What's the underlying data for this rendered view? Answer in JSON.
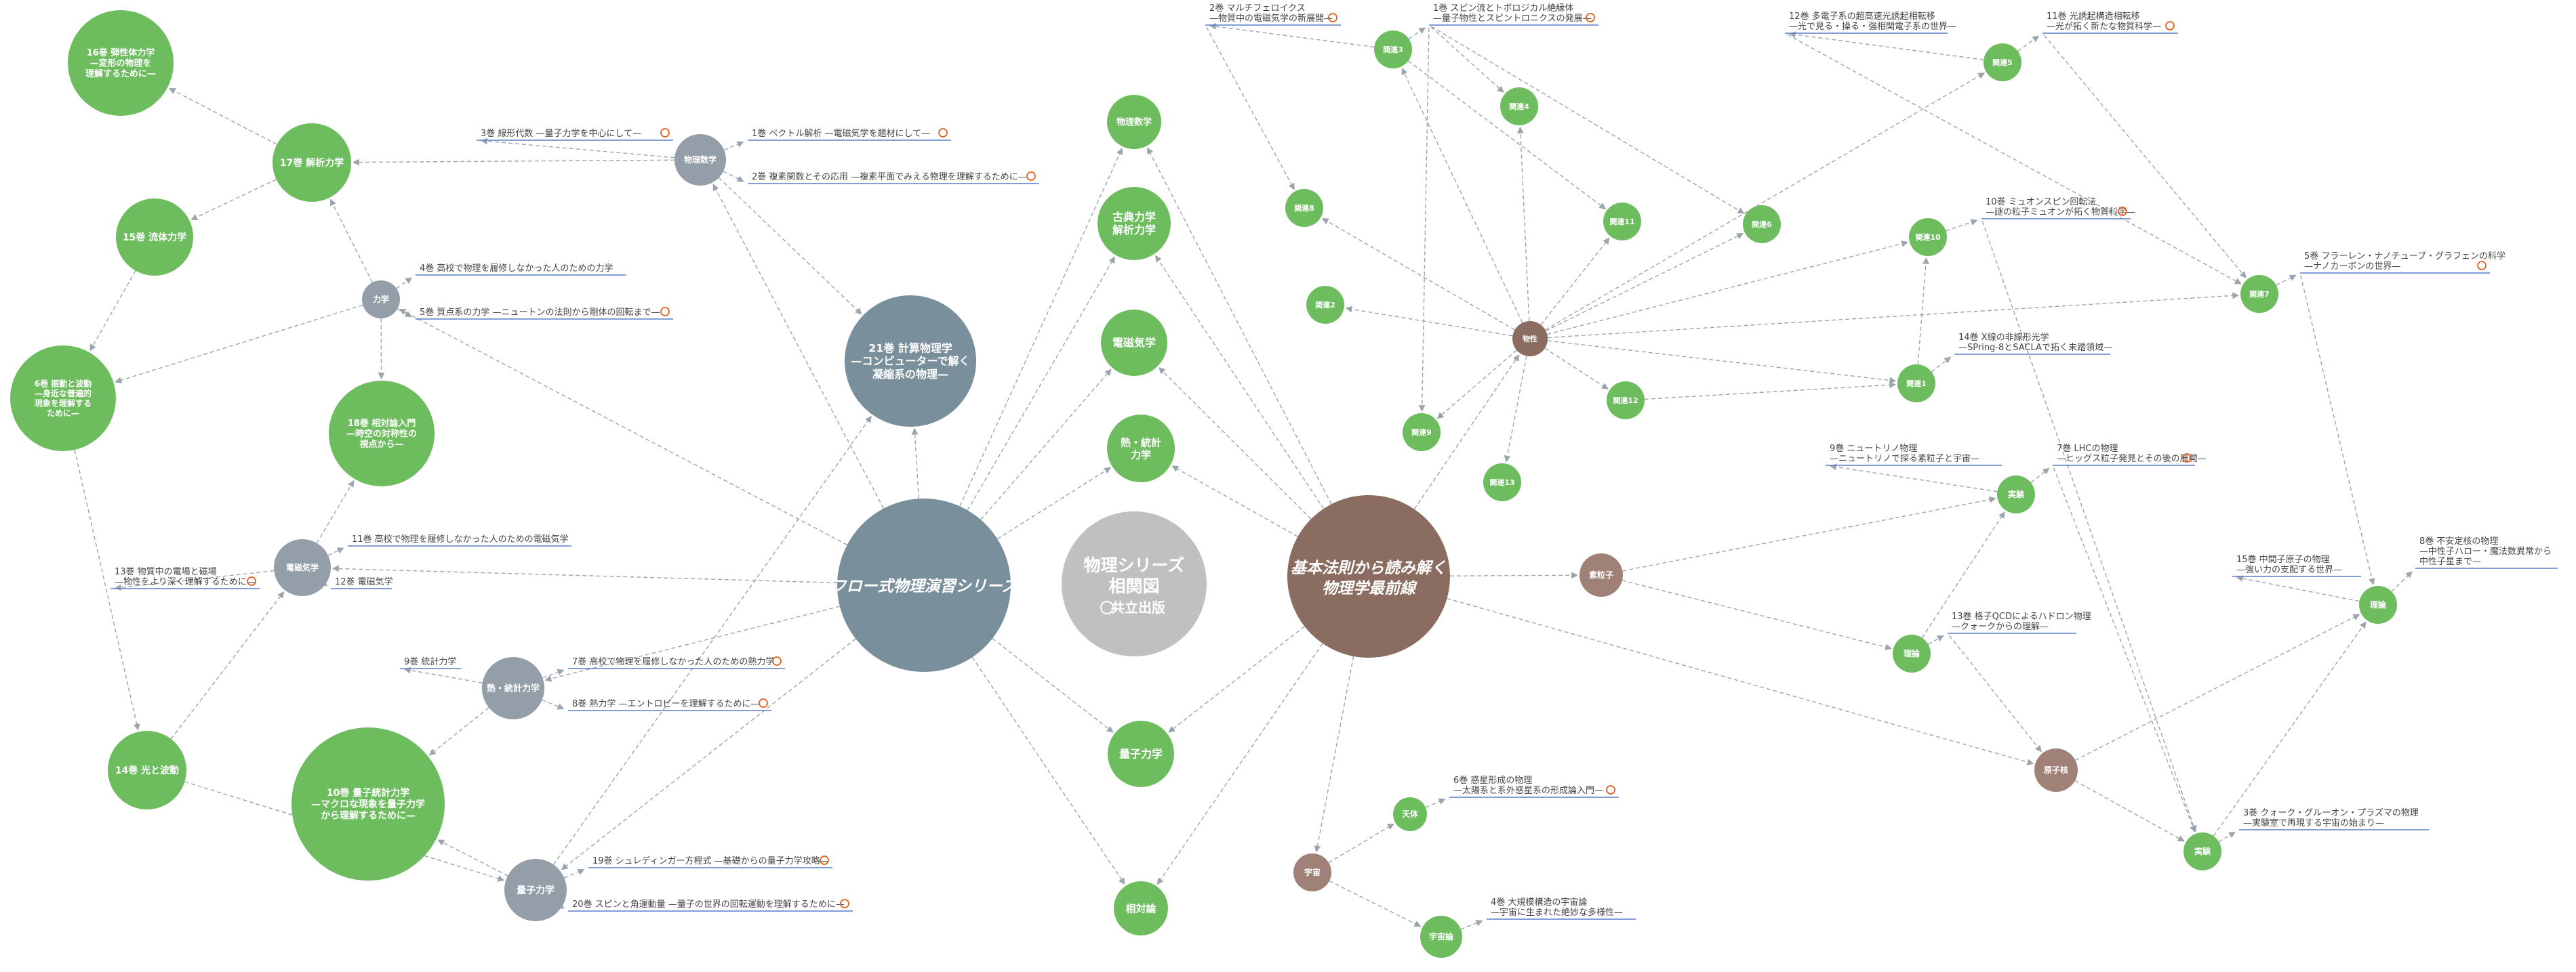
{
  "colors": {
    "green": "#6dbd5f",
    "steel": "#7a8f9c",
    "gray_node": "#949ea8",
    "brown": "#8b6c61",
    "brown_small": "#a08178",
    "center": "#c0c0c0",
    "edge": "#9aa4ad",
    "leaf_line": "#5a7ec8",
    "badge": "#e06020"
  },
  "center": {
    "title1": "物理シリーズ",
    "title2": "相関図",
    "publisher": "共立出版"
  },
  "series_left": {
    "label": "フロー式物理演習シリーズ"
  },
  "series_right": {
    "line1": "基本法則から読み解く",
    "line2": "物理学最前線"
  },
  "nodes": {
    "n16": [
      "16巻 弾性体力学",
      "—変形の物理を",
      "理解するために—"
    ],
    "n17": [
      "17巻 解析力学"
    ],
    "n15": [
      "15巻 流体力学"
    ],
    "n6": [
      "6巻 振動と波動",
      "—身近な普遍的",
      "現象を理解する",
      "ために—"
    ],
    "n18": [
      "18巻 相対論入門",
      "—時空の対称性の",
      "視点から—"
    ],
    "n14": [
      "14巻 光と波動"
    ],
    "n10": [
      "10巻 量子統計力学",
      "—マクロな現象を量子力学",
      "から理解するために—"
    ],
    "n21": [
      "21巻 計算物理学",
      "—コンピューターで解く",
      "凝縮系の物理—"
    ],
    "math": [
      "物理数学"
    ],
    "mech": [
      "力学"
    ],
    "em_l": [
      "電磁気学"
    ],
    "thermo_l": [
      "熱・統計力学"
    ],
    "quantum_l": [
      "量子力学"
    ],
    "c_math": [
      "物理数学"
    ],
    "c_classic": [
      "古典力学",
      "解析力学"
    ],
    "c_em": [
      "電磁気学"
    ],
    "c_thermo": [
      "熱・統計",
      "力学"
    ],
    "c_quantum": [
      "量子力学"
    ],
    "c_rel": [
      "相対論"
    ],
    "b_phys": [
      "物性"
    ],
    "b_elem": [
      "素粒子"
    ],
    "b_nuc": [
      "原子核"
    ],
    "b_cosmo": [
      "宇宙"
    ],
    "b_astro": [
      "天体"
    ],
    "b_cosmology": [
      "宇宙論"
    ],
    "x_exp1": [
      "実験"
    ],
    "x_theory1": [
      "理論"
    ],
    "x_theory2": [
      "理論"
    ],
    "x_exp2": [
      "実験"
    ],
    "p1": [
      "関連1"
    ],
    "p2": [
      "関連2"
    ],
    "p3": [
      "関連3"
    ],
    "p4": [
      "関連4"
    ],
    "p5": [
      "関連5"
    ],
    "p6": [
      "関連6"
    ],
    "p7": [
      "関連7"
    ],
    "p8": [
      "関連8"
    ],
    "p9": [
      "関連9"
    ],
    "p10": [
      "関連10"
    ],
    "p11": [
      "関連11"
    ],
    "p12": [
      "関連12"
    ],
    "p13": [
      "関連13"
    ]
  },
  "leaves": {
    "L1": [
      "1巻 ベクトル解析 —電磁気学を題材にして—"
    ],
    "L2": [
      "2巻 複素関数とその応用 —複素平面でみえる物理を理解するために—"
    ],
    "L3": [
      "3巻 線形代数 —量子力学を中心にして—"
    ],
    "L4": [
      "4巻 高校で物理を履修しなかった人のための力学"
    ],
    "L5": [
      "5巻 質点系の力学 —ニュートンの法則から剛体の回転まで—"
    ],
    "L11": [
      "11巻 高校で物理を履修しなかった人のための電磁気学"
    ],
    "L12": [
      "12巻 電磁気学"
    ],
    "L13": [
      "13巻 物質中の電場と磁場",
      "—物性をより深く理解するために—"
    ],
    "L9": [
      "9巻 統計力学"
    ],
    "L7": [
      "7巻 高校で物理を履修しなかった人のための熱力学"
    ],
    "L8": [
      "8巻 熱力学 —エントロピーを理解するために—"
    ],
    "L19": [
      "19巻 シュレディンガー方程式 —基礎からの量子力学攻略—"
    ],
    "L20": [
      "20巻 スピンと角運動量 —量子の世界の回転運動を理解するために—"
    ],
    "R2": [
      "2巻 マルチフェロイクス",
      "—物質中の電磁気学の新展開—"
    ],
    "R1": [
      "1巻 スピン流とトポロジカル絶縁体",
      "—量子物性とスピントロニクスの発展—"
    ],
    "R12": [
      "12巻 多電子系の超高速光誘起相転移",
      "—光で見る・操る・強相関電子系の世界—"
    ],
    "R11": [
      "11巻 光誘起構造相転移",
      "—光が拓く新たな物質科学—"
    ],
    "R10": [
      "10巻 ミュオンスピン回転法",
      "—謎の粒子ミュオンが拓く物質科学—"
    ],
    "R5": [
      "5巻 フラーレン・ナノチューブ・グラフェンの科学",
      "—ナノカーボンの世界—"
    ],
    "R14": [
      "14巻 X線の非線形光学",
      "—SPring-8とSACLAで拓く未踏領域—"
    ],
    "R9": [
      "9巻 ニュートリノ物理",
      "—ニュートリノで探る素粒子と宇宙—"
    ],
    "R7": [
      "7巻 LHCの物理",
      "—ヒッグス粒子発見とその後の展開—"
    ],
    "R13": [
      "13巻 格子QCDによるハドロン物理",
      "—クォークからの理解—"
    ],
    "R15": [
      "15巻 中間子原子の物理",
      "—強い力の支配する世界—"
    ],
    "R8": [
      "8巻 不安定核の物理",
      "—中性子ハロー・魔法数異常から",
      "中性子星まで—"
    ],
    "R3": [
      "3巻 クォーク・グルーオン・プラズマの物理",
      "—実験室で再現する宇宙の始まり—"
    ],
    "R6": [
      "6巻 惑星形成の物理",
      "—太陽系と系外惑星系の形成論入門—"
    ],
    "R4": [
      "4巻 大規模構造の宇宙論",
      "—宇宙に生まれた絶妙な多様性—"
    ]
  }
}
